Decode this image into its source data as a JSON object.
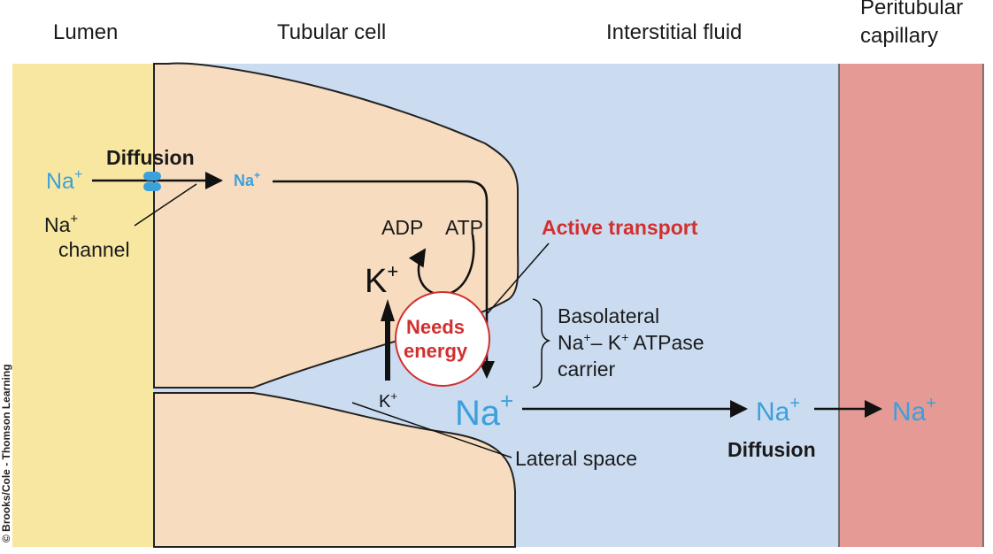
{
  "headers": {
    "lumen": "Lumen",
    "tubular_cell": "Tubular cell",
    "interstitial_fluid": "Interstitial fluid",
    "peritubular_line1": "Peritubular",
    "peritubular_line2": "capillary"
  },
  "labels": {
    "diffusion_top": "Diffusion",
    "na": "Na",
    "plus": "+",
    "na_channel_line1": "Na",
    "na_channel_line2": "channel",
    "adp": "ADP",
    "atp": "ATP",
    "k": "K",
    "active_transport": "Active transport",
    "needs": "Needs",
    "energy": "energy",
    "basolateral_line1": "Basolateral",
    "basolateral_line2_a": "Na",
    "basolateral_line2_b": "– K",
    "basolateral_line2_c": " ATPase",
    "basolateral_line3": "carrier",
    "lateral_space": "Lateral space",
    "diffusion_bottom": "Diffusion",
    "copyright": "© Brooks/Cole - Thomson Learning"
  },
  "colors": {
    "lumen": "#f8e7a0",
    "cell": "#f7dcbf",
    "interstitial": "#cbdcf1",
    "capillary": "#e59a95",
    "ion_blue": "#3ca0dc",
    "accent_red": "#d22f2f"
  }
}
